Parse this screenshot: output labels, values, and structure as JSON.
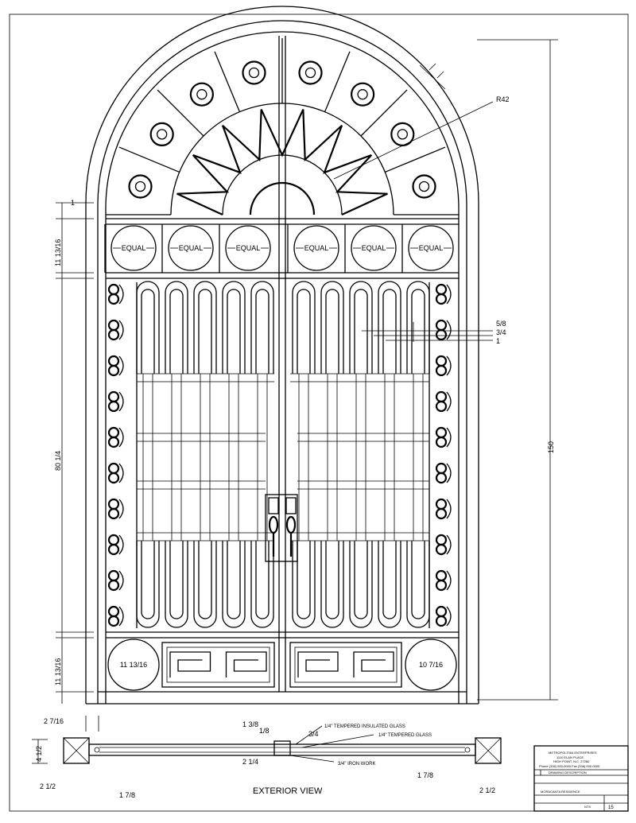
{
  "labels": {
    "radius": "R42",
    "height_total": "150",
    "dim_top_1": "1",
    "dim_circle_row": "11 13/16",
    "dim_main": "80 1/4",
    "dim_bottom_row": "11 13/16",
    "equal": "EQUAL",
    "dim_5_8": "5/8",
    "dim_3_4": "3/4",
    "dim_1": "1",
    "circle_left": "11 13/16",
    "circle_right": "10 7/16",
    "section_2_7_16": "2 7/16",
    "section_4_1_2": "4 1/2",
    "section_2_1_2": "2 1/2",
    "section_1_7_8_left": "1 7/8",
    "section_1_3_8": "1 3/8",
    "section_1_8": "1/8",
    "section_3_4": "3/4",
    "section_2_1_4": "2 1/4",
    "section_1_7_8_right": "1 7/8",
    "section_2_1_2_right": "2 1/2",
    "note_insulated": "1/4\" TEMPERED INSULATED GLASS",
    "note_tempered": "1/4\" TEMPERED GLASS",
    "note_iron": "3/4\" IRON WORK",
    "view_title": "EXTERIOR VIEW"
  },
  "title_block": {
    "company": "METROPOLITAN ENTERPRISES",
    "address_1": "1110 ELAN PLACE",
    "address_2": "HIGH POINT, N.C. 27260",
    "phone": "Phone (336) 000-0000     Fax (336) 000-0000",
    "drawn": "DRAWING DESCRIPTION",
    "project": "MORACANTA RESIDENCE",
    "sheet": "15",
    "scale": "NTS"
  }
}
